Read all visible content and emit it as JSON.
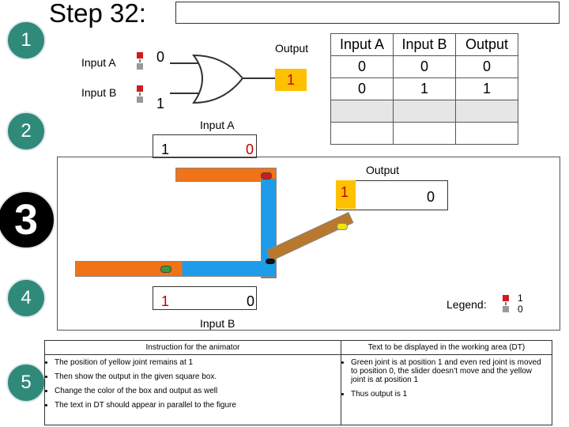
{
  "steps": {
    "s1": "1",
    "s2": "2",
    "s3": "3",
    "s4": "4",
    "s5": "5"
  },
  "title": "Step 32:",
  "gate": {
    "input_a_label": "Input A",
    "input_b_label": "Input B",
    "input_a_value": "0",
    "input_b_value": "1",
    "output_label": "Output",
    "output_value": "1"
  },
  "truth_table": {
    "headers": [
      "Input A",
      "Input B",
      "Output"
    ],
    "rows": [
      [
        "0",
        "0",
        "0"
      ],
      [
        "0",
        "1",
        "1"
      ],
      [
        "",
        "",
        ""
      ],
      [
        "",
        "",
        ""
      ]
    ]
  },
  "mechanism": {
    "input_a_label": "Input A",
    "input_a_left": "1",
    "input_a_right": "0",
    "output_label": "Output",
    "output_left": "1",
    "output_right": "0",
    "input_b_left": "1",
    "input_b_right": "0",
    "input_b_label": "Input B",
    "legend_label": "Legend:",
    "legend_top": "1",
    "legend_bottom": "0"
  },
  "instructions": {
    "left_header": "Instruction for the animator",
    "right_header": "Text to be displayed in the working area (DT)",
    "left_items": [
      "The position of yellow joint remains at 1",
      "Then show the output in the given square box.",
      "Change the color of the box and output as well",
      "The text in DT should appear  in parallel to the figure"
    ],
    "right_items": [
      "Green joint is at position 1 and even red joint is moved to position 0, the slider doesn’t move and the yellow joint is at position 1",
      "Thus output is 1"
    ]
  },
  "colors": {
    "teal_circle": "#2f8a79",
    "orange_bar": "#f07318",
    "blue_link": "#1e9ce8",
    "brown_link": "#b8782e",
    "output_box": "#ffc000",
    "red_joint": "#d01c1c",
    "green_joint": "#3a9a3a",
    "yellow_joint": "#f2e600"
  }
}
